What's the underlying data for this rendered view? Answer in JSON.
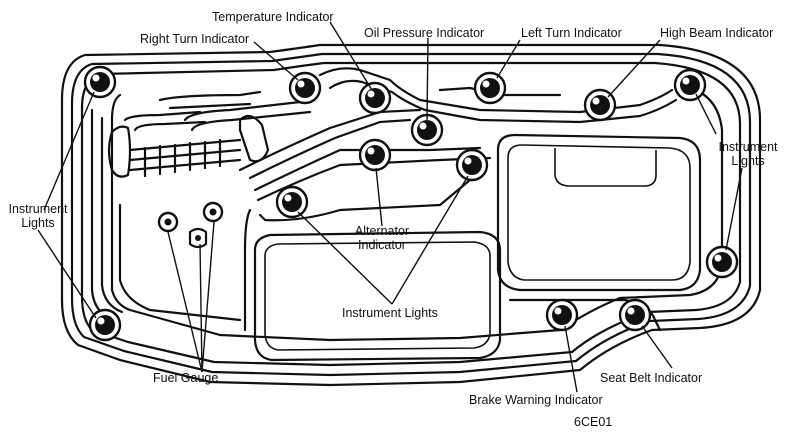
{
  "labels": {
    "temperature_indicator": "Temperature Indicator",
    "right_turn_indicator": "Right Turn Indicator",
    "oil_pressure_indicator": "Oil Pressure Indicator",
    "left_turn_indicator": "Left Turn Indicator",
    "high_beam_indicator": "High Beam Indicator",
    "instrument_lights_left_line1": "Instrument",
    "instrument_lights_left_line2": "Lights",
    "instrument_lights_right_line1": "Instrument",
    "instrument_lights_right_line2": "Lights",
    "alternator_indicator_line1": "Alternator",
    "alternator_indicator_line2": "Indicator",
    "instrument_lights_center": "Instrument Lights",
    "fuel_gauge": "Fuel Gauge",
    "seat_belt_indicator": "Seat Belt Indicator",
    "brake_warning_indicator": "Brake Warning Indicator",
    "figure_code": "6CE01"
  }
}
